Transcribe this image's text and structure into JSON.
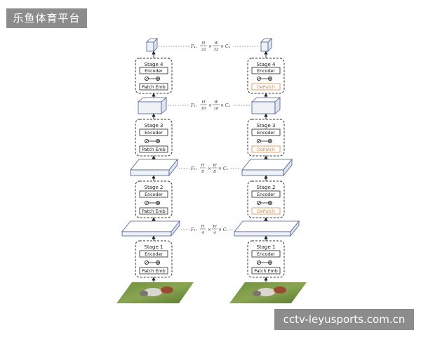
{
  "watermarks": {
    "top_left": "乐鱼体育平台",
    "bottom_right": "cctv-leyusports.com.cn"
  },
  "diagram": {
    "encoder_label": "Encoder",
    "patch_label": "Patch Emb",
    "depatch_label": "DePatch",
    "stages": [
      {
        "label": "Stage 1",
        "right_block": "Patch Emb"
      },
      {
        "label": "Stage 2",
        "right_block": "DePatch"
      },
      {
        "label": "Stage 3",
        "right_block": "DePatch"
      },
      {
        "label": "Stage 4",
        "right_block": "DePatch"
      }
    ],
    "feature_maps": [
      {
        "name": "F₁:",
        "num": "H",
        "den": "4",
        "num2": "W",
        "den2": "4",
        "tail": "× C₁"
      },
      {
        "name": "F₂:",
        "num": "H",
        "den": "8",
        "num2": "W",
        "den2": "8",
        "tail": "× C₂"
      },
      {
        "name": "F₃:",
        "num": "H",
        "den": "16",
        "num2": "W",
        "den2": "16",
        "tail": "× C₃"
      },
      {
        "name": "F₄:",
        "num": "H",
        "den": "32",
        "num2": "W",
        "den2": "32",
        "tail": "× C₄"
      }
    ],
    "colors": {
      "slab_stroke": "#4a5d8c",
      "depatch": "#d6894a",
      "dashed": "#444444"
    }
  }
}
